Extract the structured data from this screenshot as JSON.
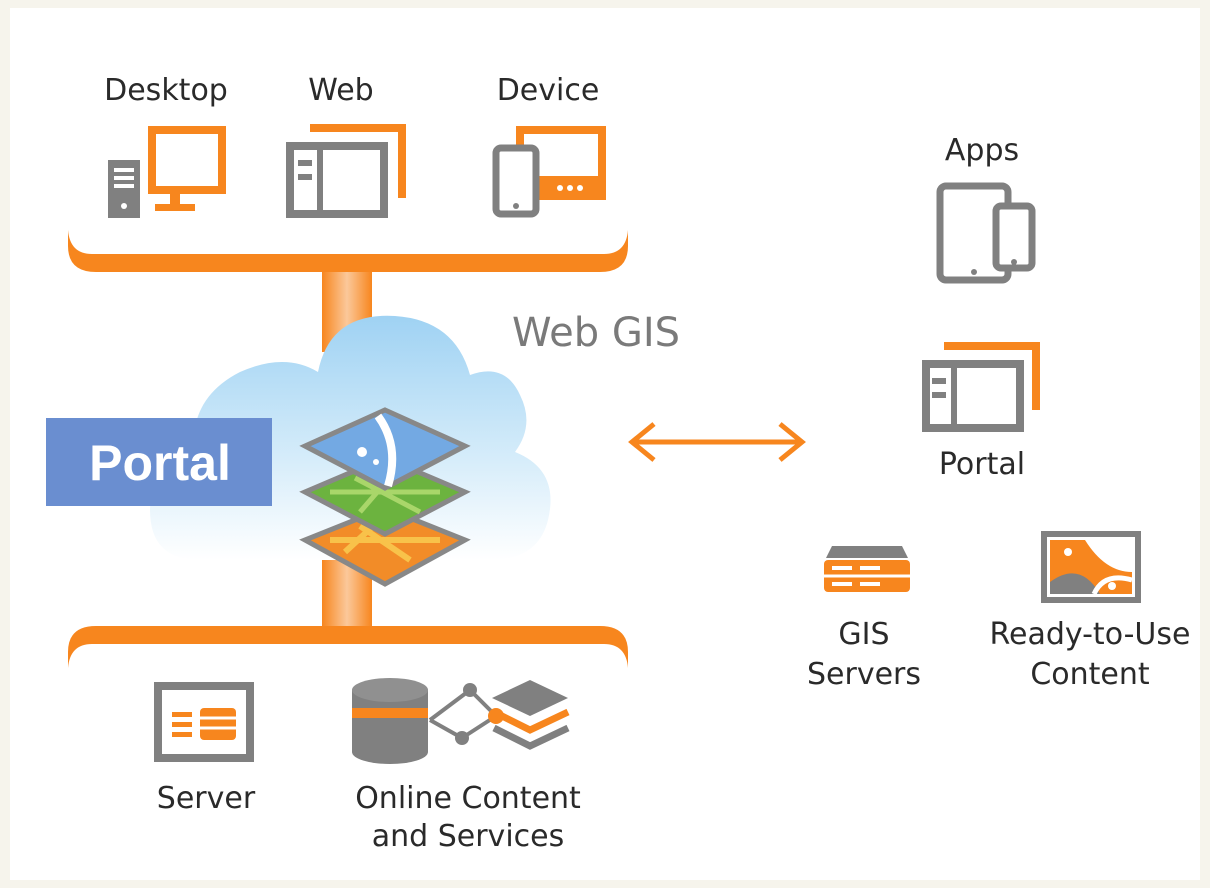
{
  "diagram": {
    "title": "Web GIS",
    "clients": [
      "Desktop",
      "Web",
      "Device"
    ],
    "portal_label": "Portal",
    "bottom": {
      "server": "Server",
      "online_line1": "Online Content",
      "online_line2": "and Services"
    },
    "right": {
      "apps": "Apps",
      "portal": "Portal",
      "gis_line1": "GIS",
      "gis_line2": "Servers",
      "ready_line1": "Ready-to-Use",
      "ready_line2": "Content"
    }
  },
  "colors": {
    "orange": "#f7861e",
    "gray": "#808080",
    "portal_blue": "#6a8ed0",
    "cloud_blue": "#8cc5ee"
  }
}
